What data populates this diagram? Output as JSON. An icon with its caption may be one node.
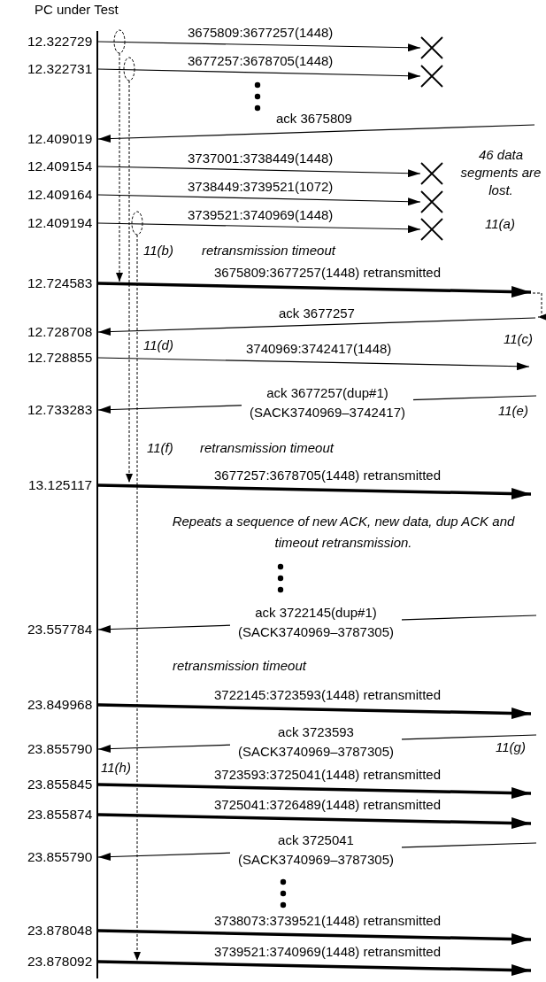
{
  "diagram": {
    "nodes": [
      {
        "text": [
          "PC under Test"
        ]
      },
      {
        "text": [],
        "shape": "cross"
      },
      {
        "text": [],
        "shape": "cross"
      },
      {
        "text": [],
        "shape": "cross"
      },
      {
        "text": [],
        "shape": "cross"
      },
      {
        "text": [],
        "shape": "cross"
      }
    ],
    "edges": [
      {
        "from": 0,
        "to": 1,
        "arrow": "to",
        "label": "3675809:3677257(1448)"
      },
      {
        "from": 0,
        "to": 2,
        "arrow": "to",
        "label": "3677257:3678705(1448)"
      },
      {
        "from": null,
        "to": 0,
        "arrow": "to",
        "label": "ack 3675809"
      },
      {
        "from": 0,
        "to": 3,
        "arrow": "to",
        "label": "3737001:3738449(1448)"
      },
      {
        "from": 0,
        "to": 4,
        "arrow": "to",
        "label": "3738449:3739521(1072)"
      },
      {
        "from": 0,
        "to": 5,
        "arrow": "to",
        "label": "3739521:3740969(1448)"
      },
      {
        "from": 0,
        "to": null,
        "arrow": "to",
        "label": "3675809:3677257(1448) retransmitted",
        "style": "thick"
      },
      {
        "from": null,
        "to": 0,
        "arrow": "to",
        "label": "ack 3677257"
      },
      {
        "from": 0,
        "to": null,
        "arrow": "to",
        "label": "3740969:3742417(1448)"
      },
      {
        "from": null,
        "to": 0,
        "arrow": "to",
        "label": "ack 3677257(dup#1) (SACK3740969–3742417)"
      },
      {
        "from": 0,
        "to": null,
        "arrow": "to",
        "label": "3677257:3678705(1448) retransmitted",
        "style": "thick"
      },
      {
        "from": null,
        "to": 0,
        "arrow": "to",
        "label": "ack 3722145(dup#1) (SACK3740969–3787305)"
      },
      {
        "from": 0,
        "to": null,
        "arrow": "to",
        "label": "3722145:3723593(1448) retransmitted",
        "style": "thick"
      },
      {
        "from": null,
        "to": 0,
        "arrow": "to",
        "label": "ack 3723593 (SACK3740969–3787305)"
      },
      {
        "from": 0,
        "to": null,
        "arrow": "to",
        "label": "3723593:3725041(1448) retransmitted",
        "style": "thick"
      },
      {
        "from": 0,
        "to": null,
        "arrow": "to",
        "label": "3725041:3726489(1448) retransmitted",
        "style": "thick"
      },
      {
        "from": null,
        "to": 0,
        "arrow": "to",
        "label": "ack 3725041 (SACK3740969–3787305)"
      },
      {
        "from": 0,
        "to": null,
        "arrow": "to",
        "label": "3738073:3739521(1448) retransmitted",
        "style": "thick"
      },
      {
        "from": 0,
        "to": null,
        "arrow": "to",
        "label": "3739521:3740969(1448) retransmitted",
        "style": "thick"
      }
    ],
    "labels": [
      "12.322729",
      "12.322731",
      "12.409019",
      "12.409154",
      "12.409164",
      "46 data segments are lost.",
      "11(a)",
      "12.409194",
      "11(b)",
      "retransmission timeout",
      "12.724583",
      "11(c)",
      "12.728708",
      "11(d)",
      "12.728855",
      "12.733283",
      "11(e)",
      "11(f)",
      "retransmission timeout",
      "13.125117",
      "Repeats a sequence of new ACK, new data, dup ACK and timeout retransmission.",
      "23.557784",
      "retransmission timeout",
      "23.849968",
      "23.855790",
      "11(g)",
      "11(h)",
      "23.855845",
      "23.855874",
      "23.855790",
      "23.878048",
      "23.878092"
    ]
  }
}
